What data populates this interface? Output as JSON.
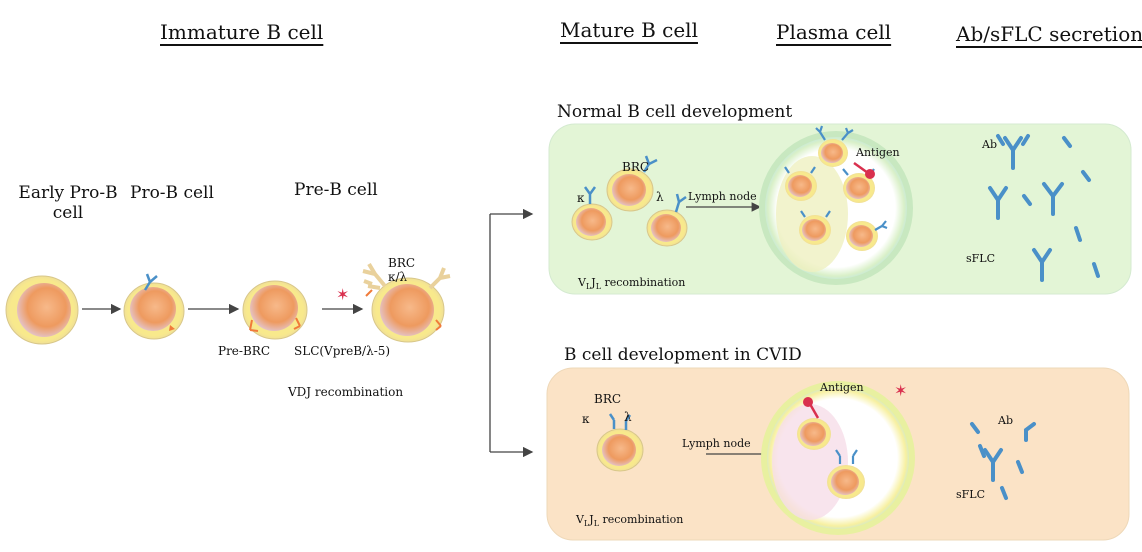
{
  "headers": {
    "immature": "Immature B cell",
    "mature": "Mature B cell",
    "plasma": "Plasma cell",
    "secretion": "Ab/sFLC secretion"
  },
  "stages": {
    "early_pro_b_line1": "Early Pro-B",
    "early_pro_b_line2": "cell",
    "pro_b": "Pro-B cell",
    "pre_b": "Pre-B cell"
  },
  "labels": {
    "pre_brc": "Pre-BRC",
    "slc": "SLC(VpreB/λ-5)",
    "vdj": "VDJ recombination",
    "brc_top": "BRC",
    "kappa_lambda": "κ/λ"
  },
  "normal_panel": {
    "title": "Normal B cell development",
    "kappa": "κ",
    "brc": "BRC",
    "lambda": "λ",
    "lymph_node": "Lymph node",
    "antigen": "Antigen",
    "recombination_prefix": "V",
    "recombination_sub1": "L",
    "recombination_mid": "J",
    "recombination_sub2": "L",
    "recombination_suffix": " recombination",
    "ab": "Ab",
    "sflc": "sFLC"
  },
  "cvid_panel": {
    "title": "B cell development in CVID",
    "brc": "BRC",
    "kappa": "κ",
    "lambda": "λ",
    "lymph_node": "Lymph node",
    "antigen": "Antigen",
    "recombination_prefix": "V",
    "recombination_sub1": "L",
    "recombination_mid": "J",
    "recombination_sub2": "L",
    "recombination_suffix": " recombination",
    "ab": "Ab",
    "sflc": "sFLC"
  },
  "colors": {
    "normal_bg": "#e3f5d6",
    "cvid_bg": "#fbe3c6",
    "cell_outer": "#f6e27a",
    "cell_core": "#f0a163",
    "receptor": "#4a90c8",
    "antigen": "#d9304e"
  }
}
